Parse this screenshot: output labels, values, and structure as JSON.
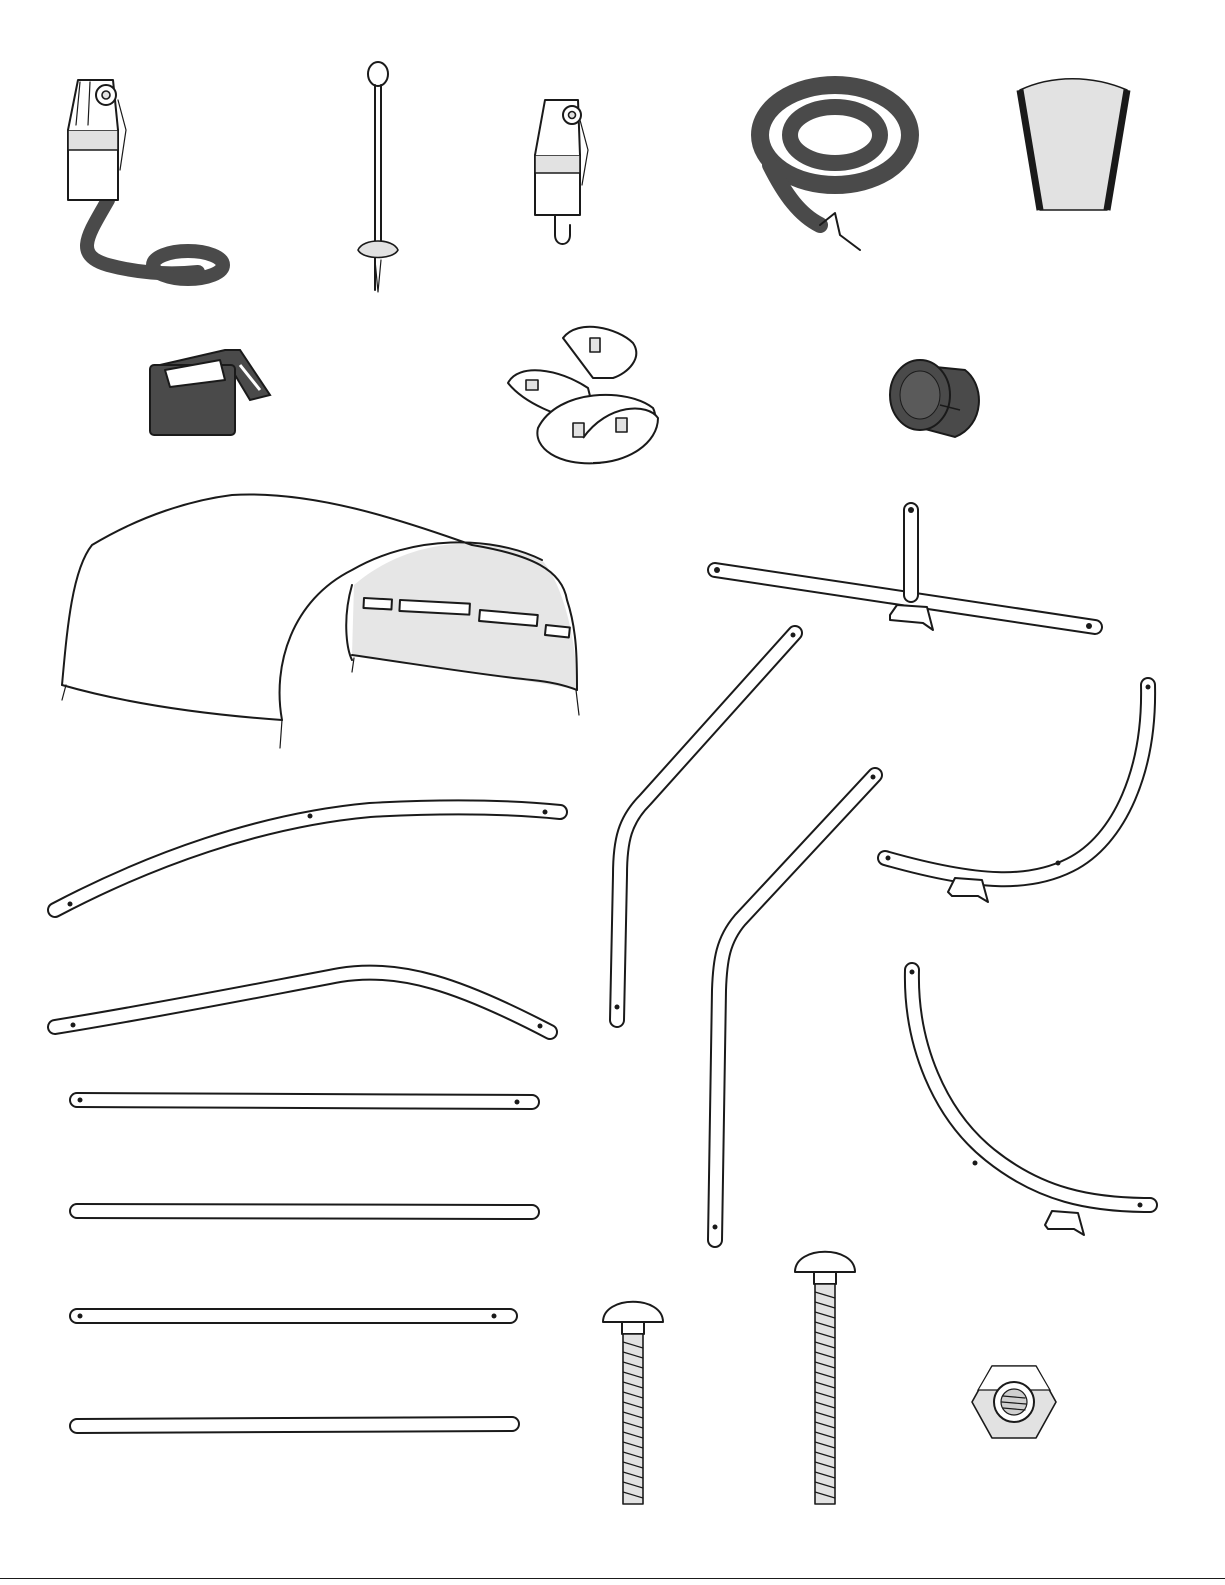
{
  "sheet": {
    "parts": [
      {
        "id": "ratchet-with-strap",
        "icon": "ratchet-strap-icon"
      },
      {
        "id": "auger-anchor",
        "icon": "auger-anchor-icon"
      },
      {
        "id": "ratchet-hook",
        "icon": "ratchet-hook-icon"
      },
      {
        "id": "coiled-strap",
        "icon": "coiled-strap-icon"
      },
      {
        "id": "end-panel",
        "icon": "panel-icon"
      },
      {
        "id": "foot-bracket",
        "icon": "bracket-icon"
      },
      {
        "id": "hinge-bracket",
        "icon": "hinge-bracket-icon"
      },
      {
        "id": "end-cap",
        "icon": "end-cap-icon"
      },
      {
        "id": "canopy-cover",
        "icon": "canopy-icon"
      },
      {
        "id": "tee-frame",
        "icon": "tee-frame-icon"
      },
      {
        "id": "curved-tube",
        "icon": "tube-icon"
      },
      {
        "id": "bent-tube",
        "icon": "tube-icon"
      },
      {
        "id": "long-bent-post",
        "icon": "post-icon"
      },
      {
        "id": "short-bent-post",
        "icon": "post-icon"
      },
      {
        "id": "corner-arc-upper",
        "icon": "arc-frame-icon"
      },
      {
        "id": "corner-arc-lower",
        "icon": "arc-frame-icon"
      },
      {
        "id": "straight-tube-a",
        "icon": "tube-icon"
      },
      {
        "id": "straight-tube-b",
        "icon": "tube-icon"
      },
      {
        "id": "straight-tube-c",
        "icon": "tube-icon"
      },
      {
        "id": "straight-tube-d",
        "icon": "tube-icon"
      },
      {
        "id": "carriage-bolt-short",
        "icon": "bolt-icon"
      },
      {
        "id": "carriage-bolt-long",
        "icon": "bolt-icon"
      },
      {
        "id": "hex-nut",
        "icon": "nut-icon"
      }
    ]
  }
}
